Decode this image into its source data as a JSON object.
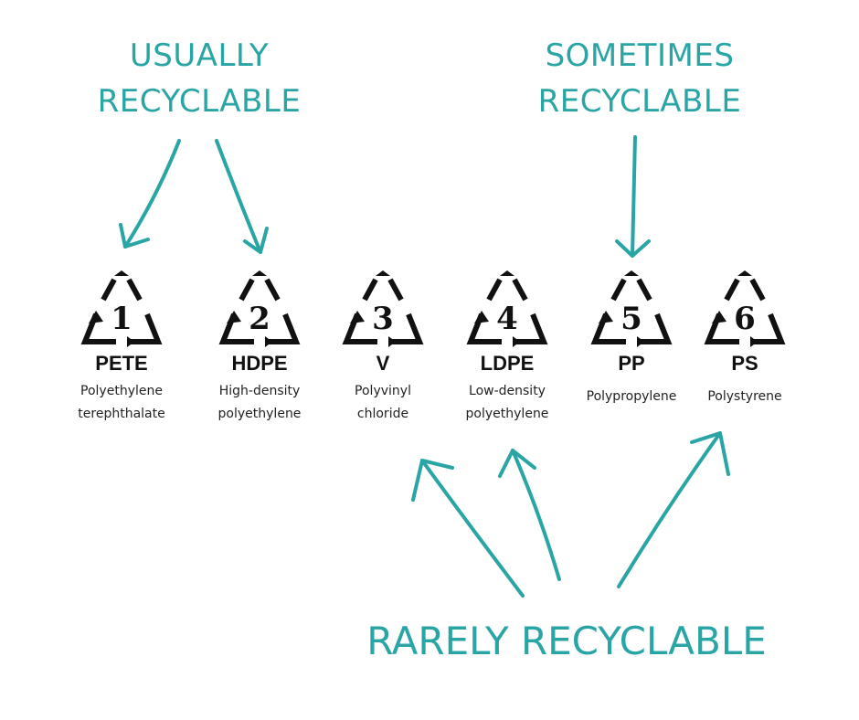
{
  "headings": {
    "usually": [
      "USUALLY",
      "RECYCLABLE"
    ],
    "sometimes": [
      "SOMETIMES",
      "RECYCLABLE"
    ],
    "rarely": "RARELY RECYCLABLE"
  },
  "accent_color": "#2aa5a5",
  "codes": [
    {
      "number": "1",
      "abbr": "PETE",
      "name": [
        "Polyethylene",
        "terephthalate"
      ]
    },
    {
      "number": "2",
      "abbr": "HDPE",
      "name": [
        "High-density",
        "polyethylene"
      ]
    },
    {
      "number": "3",
      "abbr": "V",
      "name": [
        "Polyvinyl",
        "chloride"
      ]
    },
    {
      "number": "4",
      "abbr": "LDPE",
      "name": [
        "Low-density",
        "polyethylene"
      ]
    },
    {
      "number": "5",
      "abbr": "PP",
      "name": [
        "Polypropylene"
      ]
    },
    {
      "number": "6",
      "abbr": "PS",
      "name": [
        "Polystyrene"
      ]
    }
  ]
}
